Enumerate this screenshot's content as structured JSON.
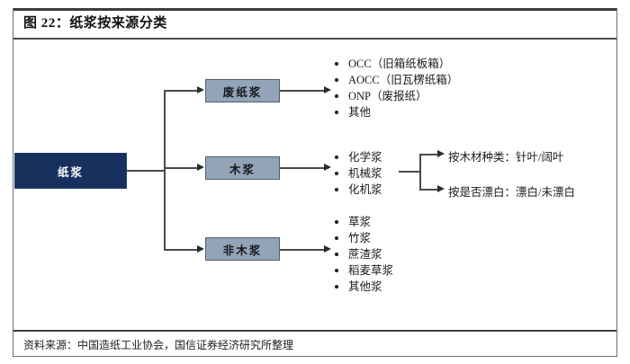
{
  "figure": {
    "title": "图 22：纸浆按来源分类",
    "source": "资料来源：中国造纸工业协会，国信证券经济研究所整理"
  },
  "colors": {
    "root_fill": "#17305e",
    "branch_fill": "#93a4b8",
    "line": "#4a4a4a",
    "rule": "#3c3c3c",
    "text": "#1a1a1a"
  },
  "diagram": {
    "type": "tree",
    "root": {
      "label": "纸浆"
    },
    "branches": [
      {
        "label": "废纸浆",
        "items": [
          "OCC（旧箱纸板箱）",
          "AOCC（旧瓦楞纸箱）",
          "ONP（废报纸）",
          "其他"
        ]
      },
      {
        "label": "木浆",
        "items": [
          "化学浆",
          "机械浆",
          "化机浆"
        ],
        "criteria": [
          "按木材种类：针叶/阔叶",
          "按是否漂白：漂白/未漂白"
        ]
      },
      {
        "label": "非木浆",
        "items": [
          "草浆",
          "竹浆",
          "蔗渣浆",
          "稻麦草浆",
          "其他浆"
        ]
      }
    ]
  }
}
